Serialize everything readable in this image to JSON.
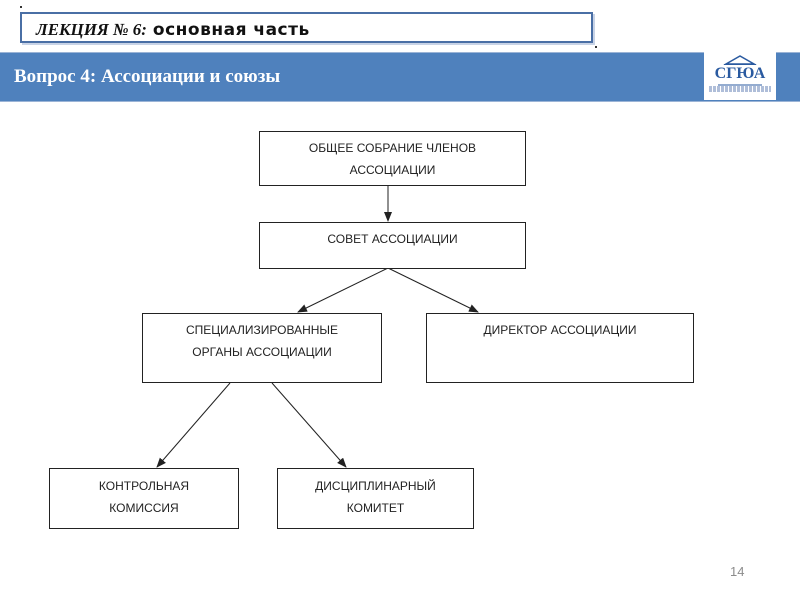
{
  "header": {
    "lecture_prefix": "ЛЕКЦИЯ № 6:",
    "lecture_suffix": "основная часть",
    "slide_title": "Вопрос 4: Ассоциации и союзы",
    "logo_text": "СГЮА"
  },
  "diagram": {
    "nodes": {
      "general_meeting": {
        "line1": "ОБЩЕЕ СОБРАНИЕ ЧЛЕНОВ",
        "line2": "АССОЦИАЦИИ"
      },
      "council": {
        "line1": "СОВЕТ АССОЦИАЦИИ"
      },
      "specialized": {
        "line1": "СПЕЦИАЛИЗИРОВАННЫЕ",
        "line2": "ОРГАНЫ АССОЦИАЦИИ"
      },
      "director": {
        "line1": "ДИРЕКТОР АССОЦИАЦИИ"
      },
      "control": {
        "line1": "КОНТРОЛЬНАЯ",
        "line2": "КОМИССИЯ"
      },
      "disciplinary": {
        "line1": "ДИСЦИПЛИНАРНЫЙ",
        "line2": "КОМИТЕТ"
      }
    },
    "edges": [
      {
        "from": "general_meeting",
        "to": "council"
      },
      {
        "from": "council",
        "to": "specialized"
      },
      {
        "from": "council",
        "to": "director"
      },
      {
        "from": "specialized",
        "to": "control"
      },
      {
        "from": "specialized",
        "to": "disciplinary"
      }
    ]
  },
  "footer": {
    "page_number": "14"
  }
}
